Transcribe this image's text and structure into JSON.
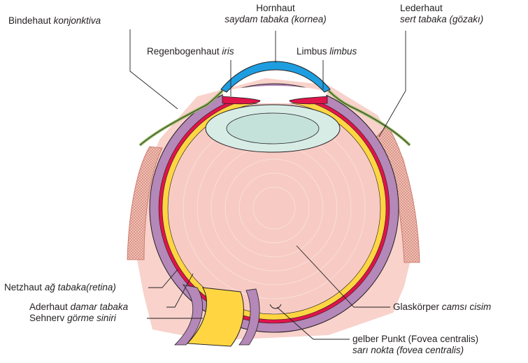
{
  "labels": {
    "cornea": {
      "de": "Hornhaut",
      "tr": "saydam tabaka (kornea)"
    },
    "conjunctiva": {
      "de": "Bindehaut",
      "tr": "konjonktiva"
    },
    "sclera": {
      "de": "Lederhaut",
      "tr": "sert tabaka (gözakı)"
    },
    "iris": {
      "de": "Regenbogenhaut",
      "tr": "iris"
    },
    "limbus": {
      "de": "Limbus",
      "tr": "limbus"
    },
    "retina": {
      "de": "Netzhaut",
      "tr": "ağ tabaka(retina)"
    },
    "choroid": {
      "de": "Aderhaut",
      "tr": "damar tabaka"
    },
    "optic_nerve": {
      "de": "Sehnerv",
      "tr": "görme siniri"
    },
    "vitreous": {
      "de": "Glaskörper",
      "tr": "camsı cisim"
    },
    "fovea": {
      "de": "gelber Punkt (Fovea centralis)",
      "tr": "sarı nokta (fovea centralis)"
    }
  },
  "colors": {
    "sclera": "#b488b8",
    "choroid": "#e0144a",
    "retina": "#ffd642",
    "cornea": "#1e9ee0",
    "lens": "#d8ece6",
    "vitreous": "#f7cbc4",
    "conjunctiva": "#8cb55a",
    "muscle": "#e7a598",
    "outline": "#231f20"
  }
}
